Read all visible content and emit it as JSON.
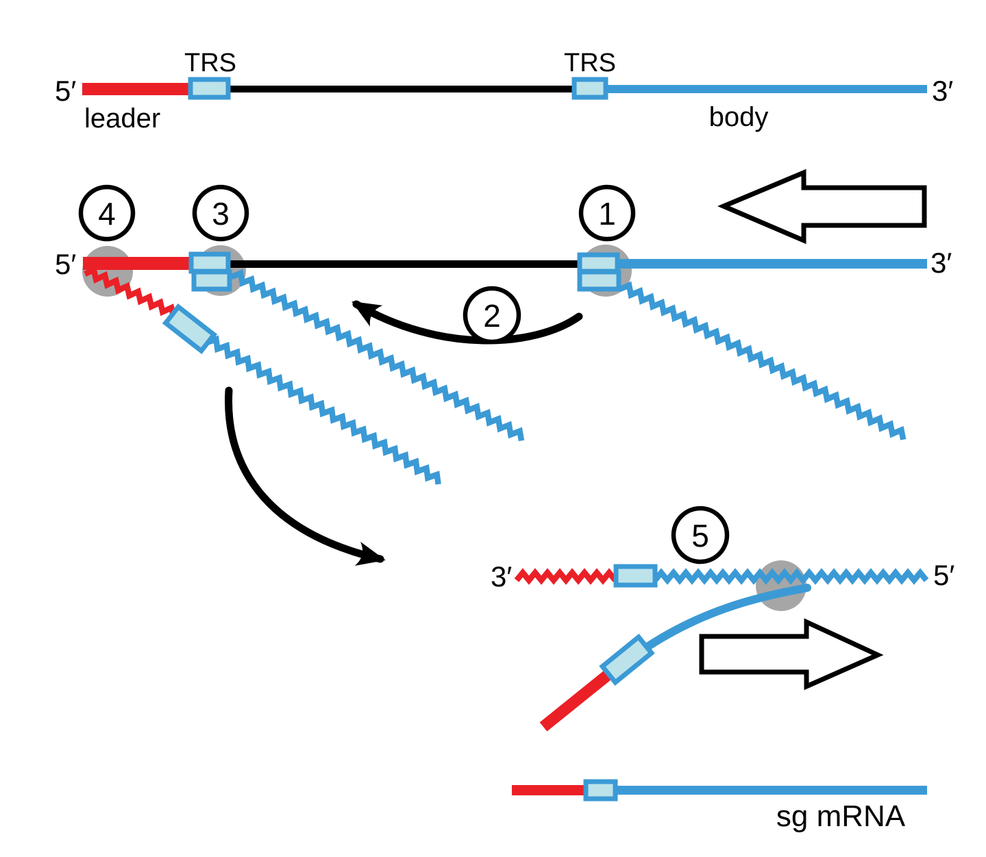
{
  "colors": {
    "red": "#EB2027",
    "blue": "#3B9AD5",
    "pale_blue": "#BCE3EA",
    "gray": "#A6A6A6",
    "black": "#000000",
    "white": "#FFFFFF"
  },
  "genome": {
    "five_prime_label": "5′",
    "three_prime_label": "3′",
    "leader_label": "leader",
    "body_label": "body",
    "leader_trs_label": "TRS",
    "body_trs_label": "TRS"
  },
  "replication_row": {
    "five_prime_label": "5′",
    "three_prime_label": "3′"
  },
  "step_labels": {
    "s1": "1",
    "s2": "2",
    "s3": "3",
    "s4": "4",
    "s5": "5"
  },
  "template_row": {
    "three_prime_label": "3′",
    "five_prime_label": "5′"
  },
  "product_row": {
    "label": "sg mRNA"
  }
}
